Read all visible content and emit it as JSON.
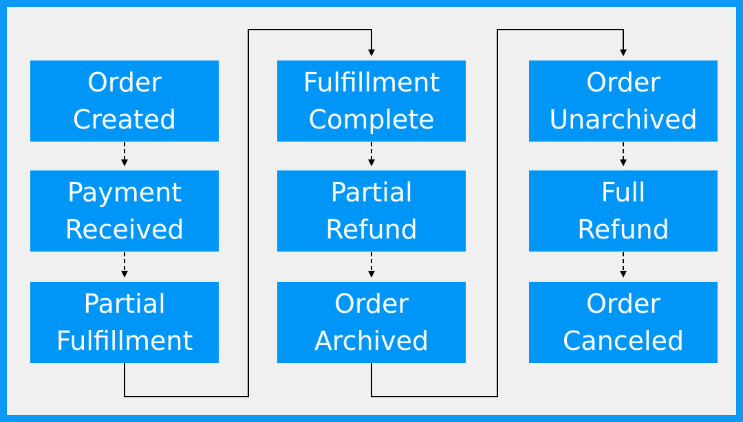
{
  "diagram": {
    "nodes": [
      {
        "id": "order-created",
        "lines": [
          "Order",
          "Created"
        ]
      },
      {
        "id": "payment-received",
        "lines": [
          "Payment",
          "Received"
        ]
      },
      {
        "id": "partial-fulfillment",
        "lines": [
          "Partial",
          "Fulfillment"
        ]
      },
      {
        "id": "fulfillment-complete",
        "lines": [
          "Fulfillment",
          "Complete"
        ]
      },
      {
        "id": "partial-refund",
        "lines": [
          "Partial",
          "Refund"
        ]
      },
      {
        "id": "order-archived",
        "lines": [
          "Order",
          "Archived"
        ]
      },
      {
        "id": "order-unarchived",
        "lines": [
          "Order",
          "Unarchived"
        ]
      },
      {
        "id": "full-refund",
        "lines": [
          "Full",
          "Refund"
        ]
      },
      {
        "id": "order-canceled",
        "lines": [
          "Order",
          "Canceled"
        ]
      }
    ],
    "edges": [
      {
        "from": "order-created",
        "to": "payment-received"
      },
      {
        "from": "payment-received",
        "to": "partial-fulfillment"
      },
      {
        "from": "partial-fulfillment",
        "to": "fulfillment-complete"
      },
      {
        "from": "fulfillment-complete",
        "to": "partial-refund"
      },
      {
        "from": "partial-refund",
        "to": "order-archived"
      },
      {
        "from": "order-archived",
        "to": "order-unarchived"
      },
      {
        "from": "order-unarchived",
        "to": "full-refund"
      },
      {
        "from": "full-refund",
        "to": "order-canceled"
      }
    ],
    "colors": {
      "node_fill": "#0096f7",
      "node_text": "#ffffff",
      "background": "#f0f0f0",
      "border": "#0c98f5",
      "connector": "#000000"
    }
  }
}
